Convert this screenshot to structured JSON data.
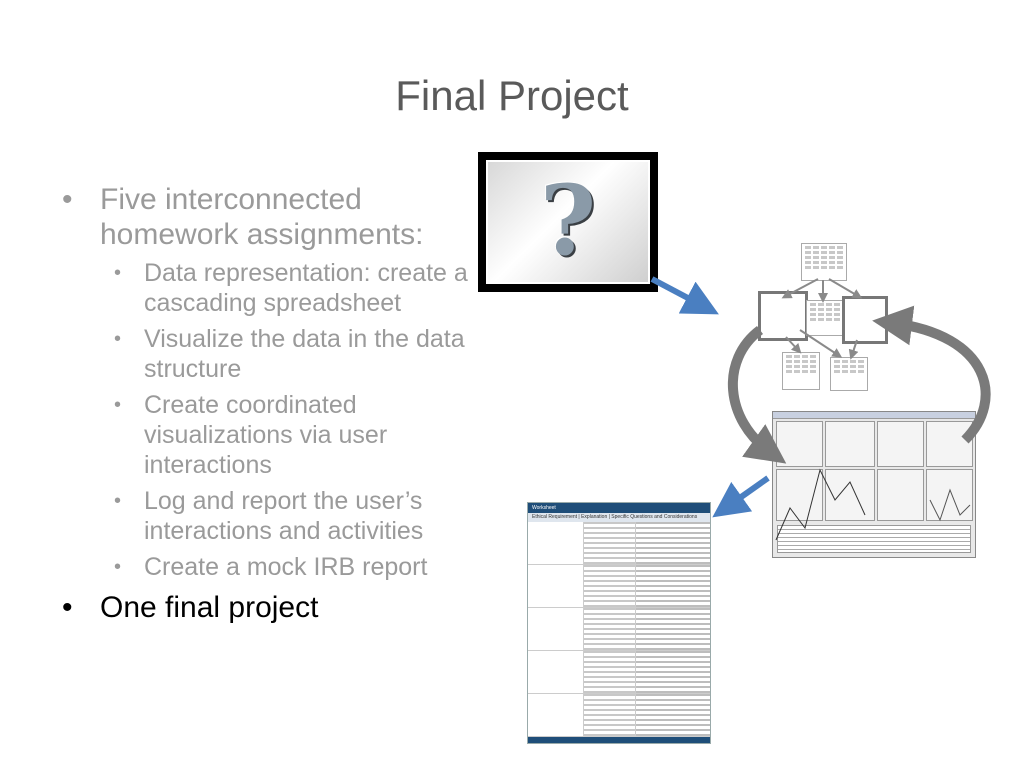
{
  "slide": {
    "title": "Final Project",
    "bullets": [
      {
        "text": "Five interconnected homework assignments:",
        "subbullets": [
          "Data representation: create a cascading spreadsheet",
          "Visualize the data in the data structure",
          "Create coordinated visualizations via user interactions",
          "Log and report the user’s interactions and activities",
          "Create a mock IRB report"
        ]
      },
      {
        "text": "One final project"
      }
    ],
    "question_glyph": "?",
    "doc_header": "Worksheet",
    "doc_subheader": "Ethical Requirement | Explanation | Specific Questions and Considerations",
    "icons": [
      "question-mark-icon",
      "arrow-icon",
      "spreadsheet-icon",
      "cycle-arrow-icon",
      "visualization-icon",
      "document-icon"
    ],
    "colors": {
      "title": "#5a5a5a",
      "bullet_gray": "#9a9a9a",
      "bullet_dark": "#000000",
      "arrow_blue": "#4a7fc1",
      "arrow_gray": "#8a8a8a"
    }
  }
}
